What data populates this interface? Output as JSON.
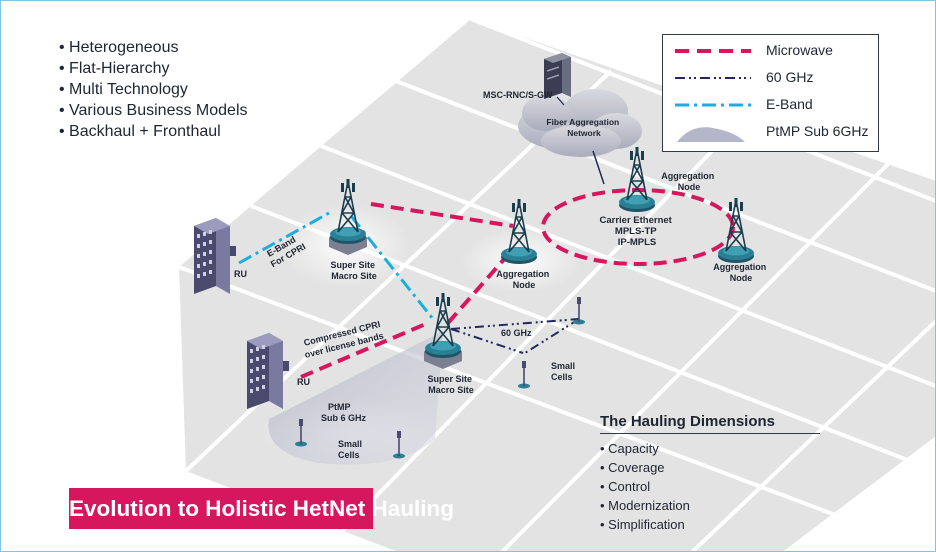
{
  "bullets": [
    "Heterogeneous",
    "Flat-Hierarchy",
    "Multi Technology",
    "Various Business Models",
    "Backhaul + Fronthaul"
  ],
  "legend": [
    {
      "label": "Microwave",
      "style": "dashed-thick",
      "color": "#d6175e"
    },
    {
      "label": "60 GHz",
      "style": "dash-dot-dot",
      "color": "#23275c"
    },
    {
      "label": "E-Band",
      "style": "dash-dot",
      "color": "#1aaee0"
    },
    {
      "label": "PtMP Sub 6GHz",
      "style": "filled-mound",
      "color": "#b3b7c9"
    }
  ],
  "diagram": {
    "core_label": "MSC-RNC/S-GW",
    "cloud_label": [
      "Fiber Aggregation",
      "Network"
    ],
    "ring_label": [
      "Carrier Ethernet",
      "MPLS-TP",
      "IP-MPLS"
    ],
    "aggregation_node_label": [
      "Aggregation",
      "Node"
    ],
    "super_site_label": [
      "Super Site",
      "Macro Site"
    ],
    "ru_label": "RU",
    "eband_link_label": [
      "E-Band",
      "For CPRI"
    ],
    "cpri_label": [
      "Compressed CPRI",
      "over license bands"
    ],
    "ghz60_label": "60 GHz",
    "ptmp_label": [
      "PtMP",
      "Sub 6 GHz"
    ],
    "small_cells_label": [
      "Small",
      "Cells"
    ]
  },
  "dimensions": {
    "title": "The Hauling Dimensions",
    "items": [
      "Capacity",
      "Coverage",
      "Control",
      "Modernization",
      "Simplification"
    ]
  },
  "banner": "Evolution to Holistic HetNet Hauling",
  "colors": {
    "microwave": "#d6175e",
    "ghz60": "#23275c",
    "eband": "#1aaee0",
    "tile": "#e3e3e3",
    "tile_line": "#ffffff",
    "tower": "#2b7f95",
    "building": "#4a4a6e"
  }
}
